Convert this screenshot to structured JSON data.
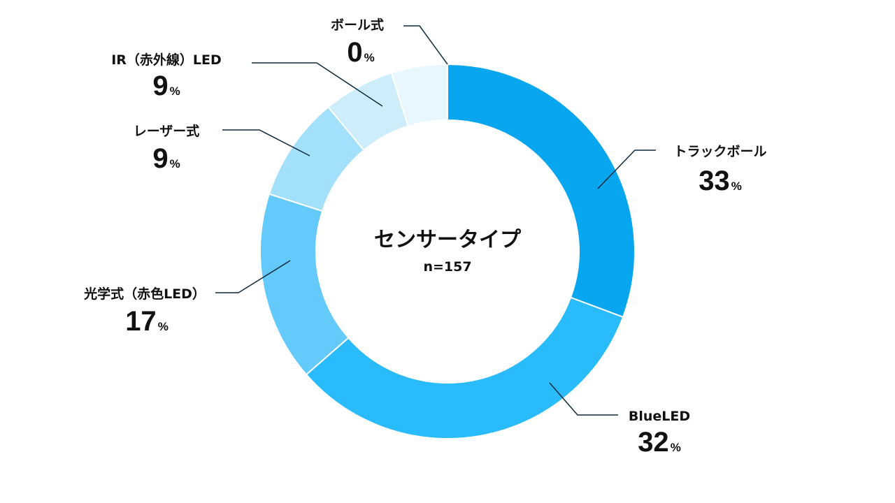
{
  "chart_data": {
    "type": "pie",
    "title": "センサータイプ",
    "subtitle": "n=157",
    "unit": "%",
    "categories": [
      "トラックボール",
      "BlueLED",
      "光学式（赤色LED）",
      "レーザー式",
      "IR（赤外線）LED",
      "ボール式"
    ],
    "values": [
      33,
      32,
      17,
      9,
      9,
      0
    ],
    "colors": [
      "#08A6EE",
      "#29BBFB",
      "#63CAFB",
      "#A2E0FC",
      "#CDEDFB",
      "#E8F6FD"
    ],
    "legend": "callout-labels"
  }
}
